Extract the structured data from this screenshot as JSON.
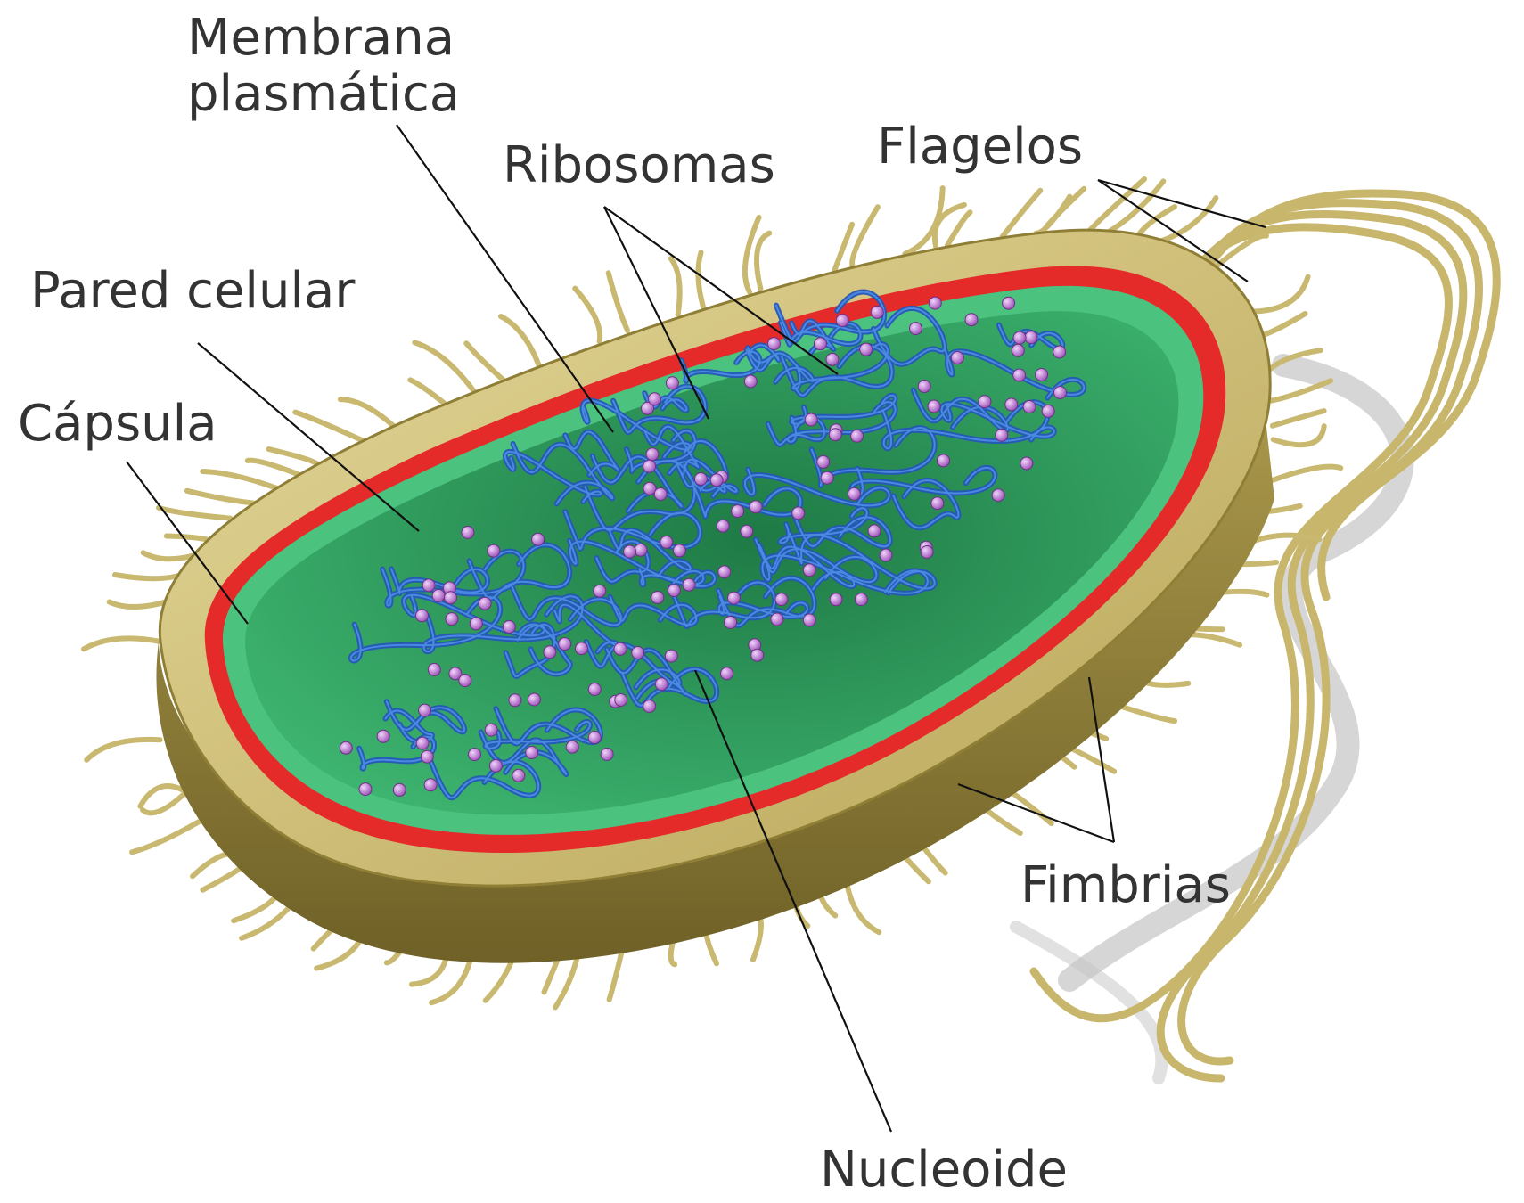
{
  "labels": {
    "membrana_line1": "Membrana",
    "membrana_line2": "plasmática",
    "ribosomas": "Ribosomas",
    "flagelos": "Flagelos",
    "pared_celular": "Pared celular",
    "capsula": "Cápsula",
    "fimbrias": "Fimbrias",
    "nucleoide": "Nucleoide"
  },
  "colors": {
    "capsule": "#c6b265",
    "capsule_dark": "#8f7f36",
    "wall_red": "#e52a2a",
    "cytoplasm": "#2e9a5a",
    "nucleoid": "#2860c0",
    "ribosome": "#b070c8",
    "appendage": "#c9b870",
    "shadow": "#bdbdbd",
    "leader": "#111111",
    "text": "#333333"
  }
}
